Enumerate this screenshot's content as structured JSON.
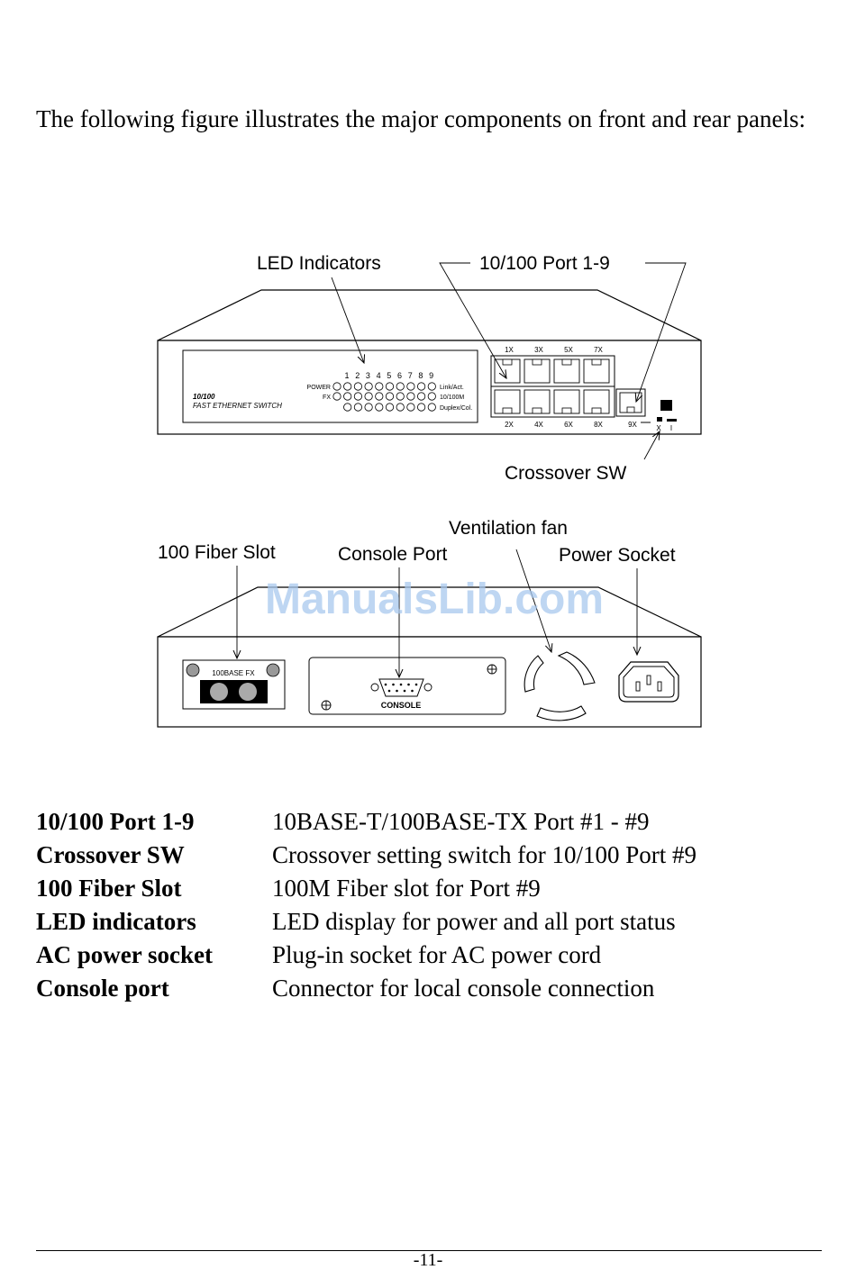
{
  "intro": "The following figure illustrates the major components on front and rear panels:",
  "figure": {
    "front": {
      "callouts": {
        "led_indicators": "LED Indicators",
        "ports": "10/100 Port 1-9",
        "crossover": "Crossover SW"
      },
      "model_number": "10/100",
      "model_name": "FAST ETHERNET SWITCH",
      "led_numbers": [
        "1",
        "2",
        "3",
        "4",
        "5",
        "6",
        "7",
        "8",
        "9"
      ],
      "led_left_labels": [
        "POWER",
        "FX"
      ],
      "led_right_labels": [
        "Link/Act.",
        "10/100M",
        "Duplex/Col."
      ],
      "port_top_labels": [
        "1X",
        "3X",
        "5X",
        "7X"
      ],
      "port_bottom_labels": [
        "2X",
        "4X",
        "6X",
        "8X",
        "9X"
      ],
      "switch_labels": [
        "X",
        "I"
      ]
    },
    "rear": {
      "callouts": {
        "fiber": "100 Fiber Slot",
        "console": "Console Port",
        "fan": "Ventilation fan",
        "power": "Power Socket"
      },
      "fiber_label": "100BASE FX",
      "console_label": "CONSOLE"
    },
    "watermark": "ManualsLib.com"
  },
  "definitions": [
    {
      "term": "10/100 Port 1-9",
      "desc": "10BASE-T/100BASE-TX Port #1 - #9"
    },
    {
      "term": "Crossover SW",
      "desc": "Crossover setting switch for 10/100 Port #9"
    },
    {
      "term": "100 Fiber Slot",
      "desc": "100M Fiber slot for Port #9"
    },
    {
      "term": "LED indicators",
      "desc": "LED display for power and all port status"
    },
    {
      "term": "AC power socket",
      "desc": "Plug-in socket for AC power cord"
    },
    {
      "term": "Console port",
      "desc": "Connector for local console connection"
    }
  ],
  "page_number": "-11-"
}
